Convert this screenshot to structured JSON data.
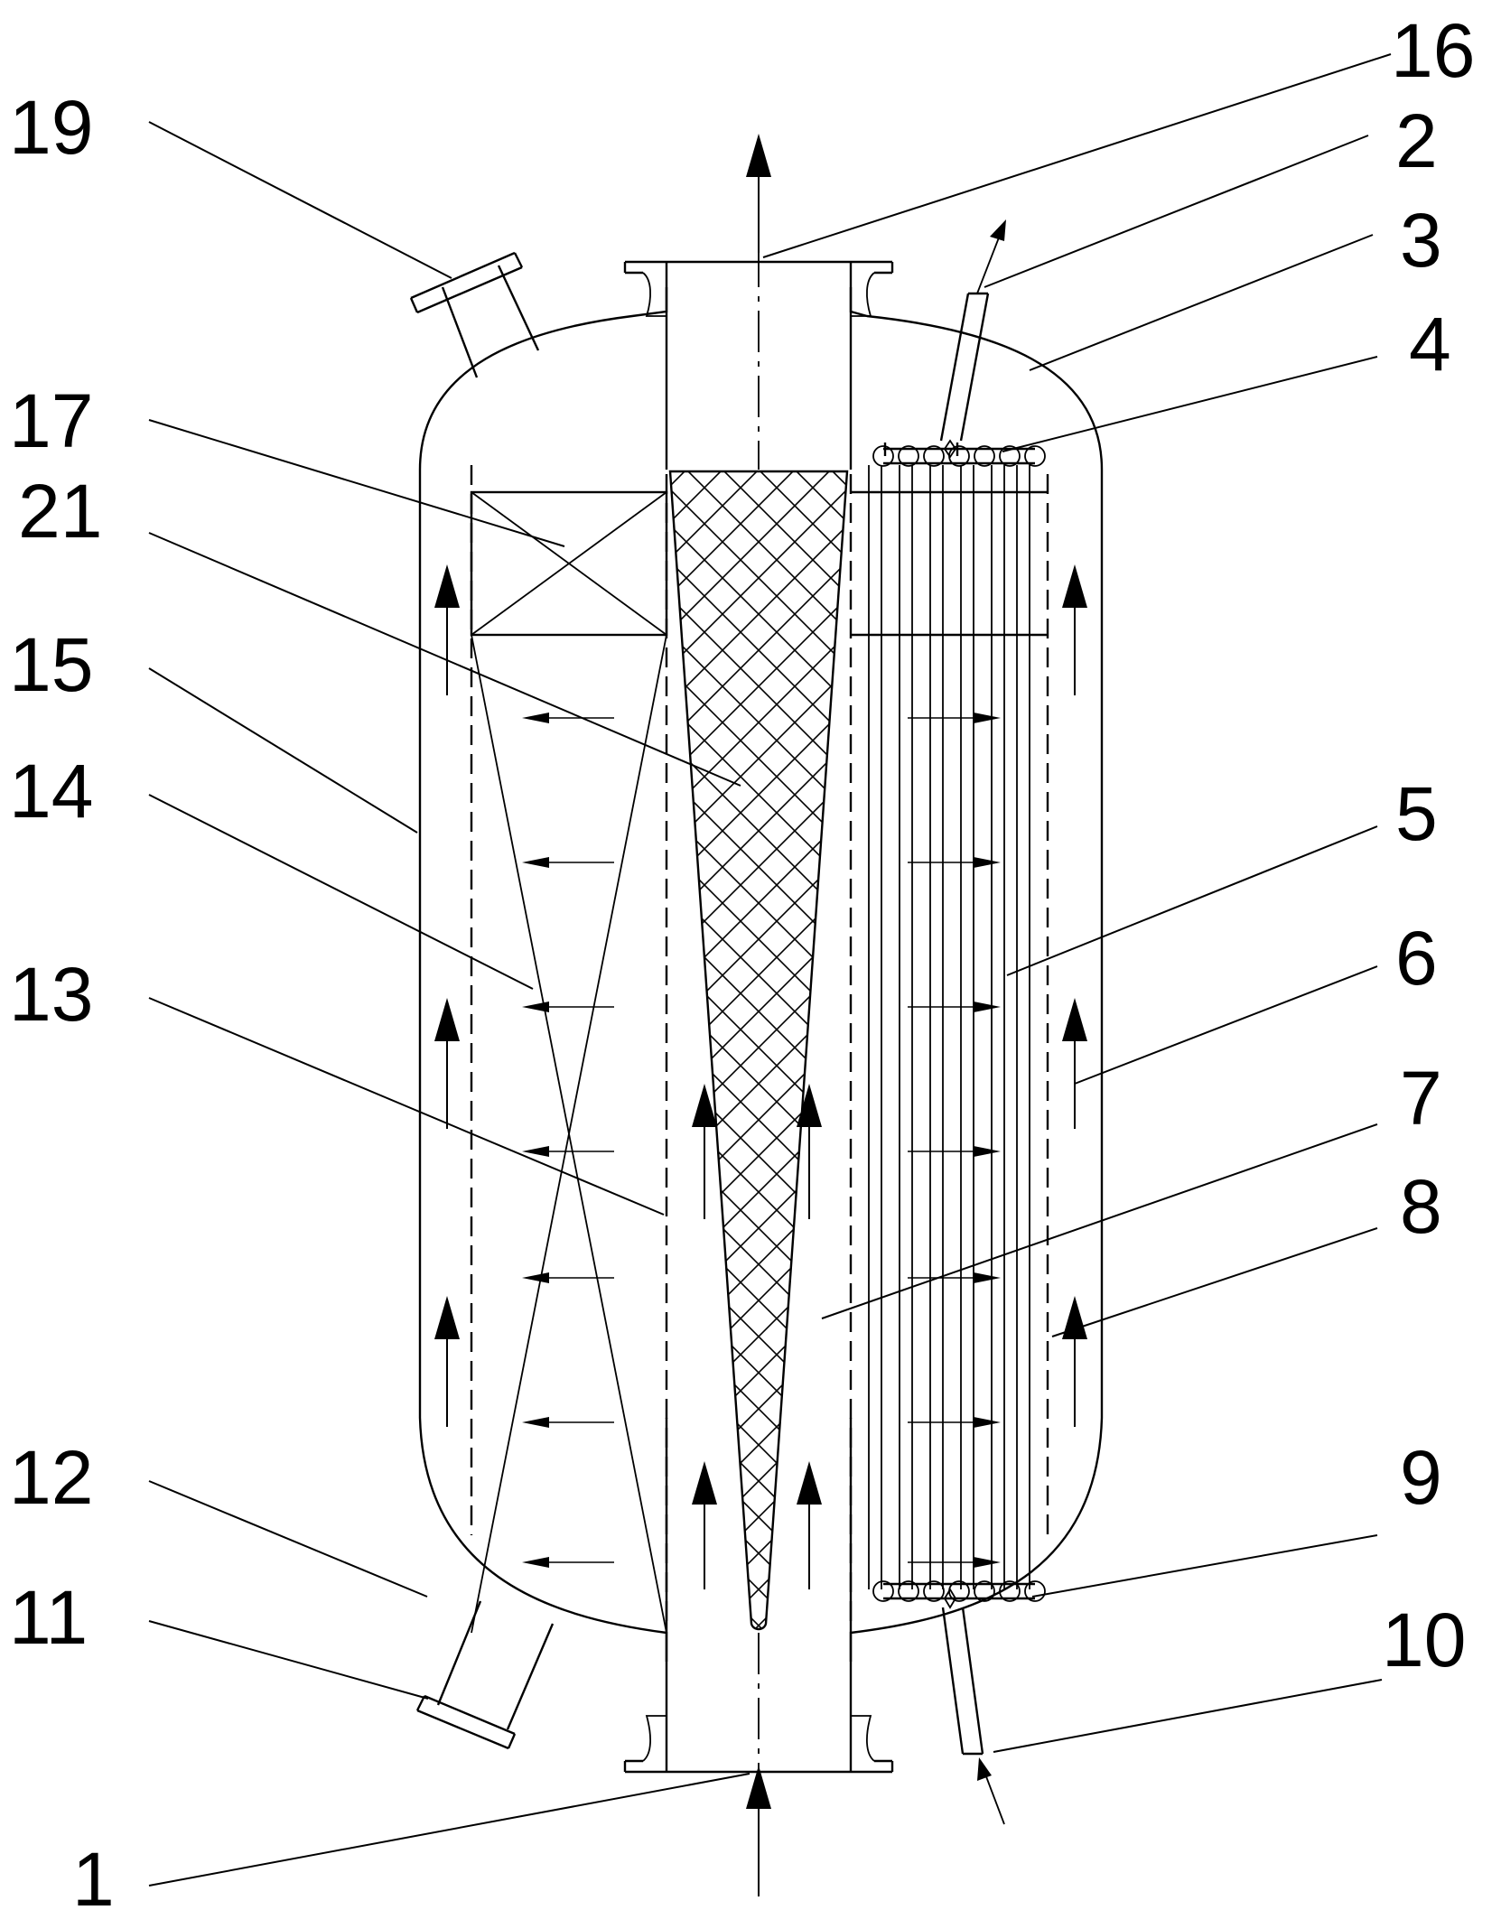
{
  "labels": {
    "l1": "1",
    "l2": "2",
    "l3": "3",
    "l4": "4",
    "l5": "5",
    "l6": "6",
    "l7": "7",
    "l8": "8",
    "l9": "9",
    "l10": "10",
    "l11": "11",
    "l12": "12",
    "l13": "13",
    "l14": "14",
    "l15": "15",
    "l16": "16",
    "l17": "17",
    "l19": "19",
    "l21": "21"
  }
}
